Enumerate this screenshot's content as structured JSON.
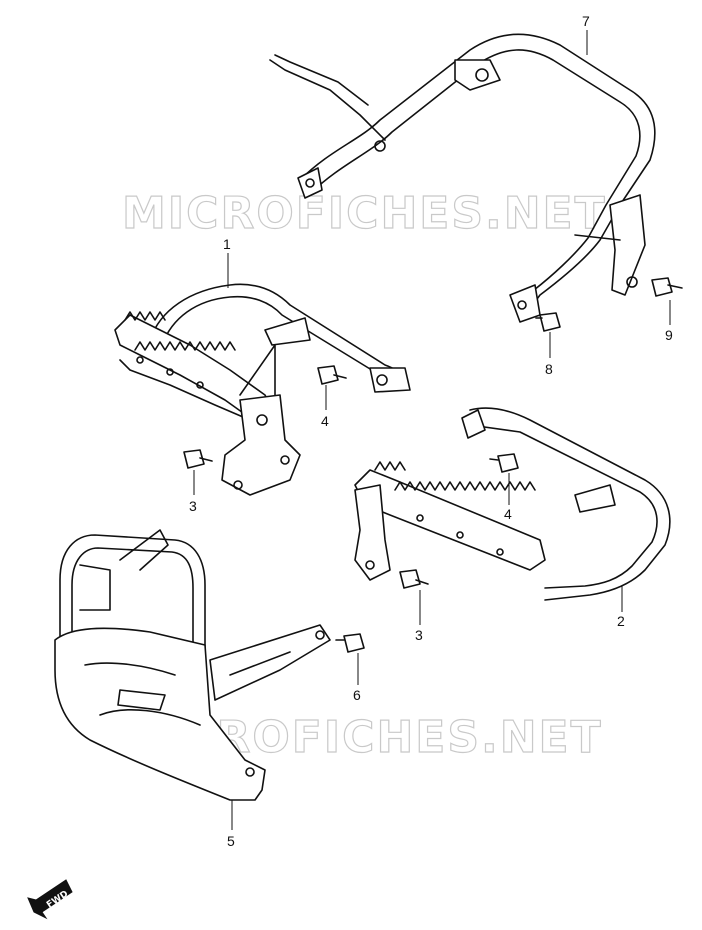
{
  "watermark": {
    "text": "MICROFICHES.NET"
  },
  "fwd_label": "FWD",
  "callouts": [
    {
      "id": "7",
      "label": "7"
    },
    {
      "id": "1",
      "label": "1"
    },
    {
      "id": "9",
      "label": "9"
    },
    {
      "id": "8",
      "label": "8"
    },
    {
      "id": "4a",
      "label": "4"
    },
    {
      "id": "3a",
      "label": "3"
    },
    {
      "id": "4b",
      "label": "4"
    },
    {
      "id": "2",
      "label": "2"
    },
    {
      "id": "3b",
      "label": "3"
    },
    {
      "id": "6",
      "label": "6"
    },
    {
      "id": "5",
      "label": "5"
    }
  ],
  "colors": {
    "line": "#111111",
    "watermark": "#c9c9c9",
    "background": "#ffffff"
  }
}
